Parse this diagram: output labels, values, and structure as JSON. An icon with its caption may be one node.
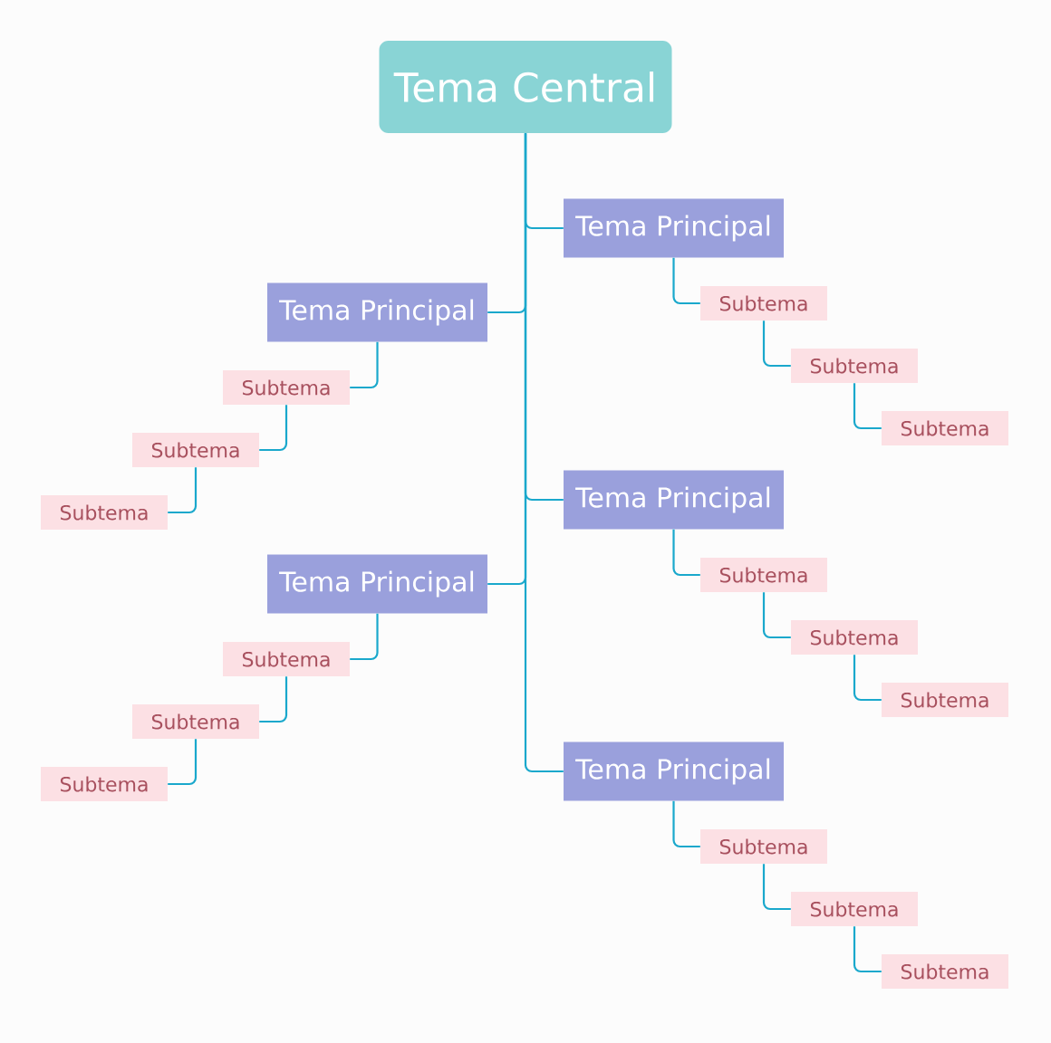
{
  "diagram": {
    "nodes": [
      {
        "text": [
          "Tema Central"
        ]
      },
      {
        "text": [
          "Tema Principal"
        ]
      },
      {
        "text": [
          "Subtema"
        ]
      },
      {
        "text": [
          "Subtema"
        ]
      },
      {
        "text": [
          "Subtema"
        ]
      },
      {
        "text": [
          "Tema Principal"
        ]
      },
      {
        "text": [
          "Subtema"
        ]
      },
      {
        "text": [
          "Subtema"
        ]
      },
      {
        "text": [
          "Subtema"
        ]
      },
      {
        "text": [
          "Tema Principal"
        ]
      },
      {
        "text": [
          "Subtema"
        ]
      },
      {
        "text": [
          "Subtema"
        ]
      },
      {
        "text": [
          "Subtema"
        ]
      },
      {
        "text": [
          "Tema Principal"
        ]
      },
      {
        "text": [
          "Subtema"
        ]
      },
      {
        "text": [
          "Subtema"
        ]
      },
      {
        "text": [
          "Subtema"
        ]
      },
      {
        "text": [
          "Tema Principal"
        ]
      },
      {
        "text": [
          "Subtema"
        ]
      },
      {
        "text": [
          "Subtema"
        ]
      },
      {
        "text": [
          "Subtema"
        ]
      }
    ],
    "edges": [
      {
        "from": 0,
        "to": 1,
        "arrow": "none"
      },
      {
        "from": 0,
        "to": 5,
        "arrow": "none"
      },
      {
        "from": 0,
        "to": 9,
        "arrow": "none"
      },
      {
        "from": 0,
        "to": 13,
        "arrow": "none"
      },
      {
        "from": 0,
        "to": 17,
        "arrow": "none"
      },
      {
        "from": 1,
        "to": 2,
        "arrow": "none"
      },
      {
        "from": 2,
        "to": 3,
        "arrow": "none"
      },
      {
        "from": 3,
        "to": 4,
        "arrow": "none"
      },
      {
        "from": 5,
        "to": 6,
        "arrow": "none"
      },
      {
        "from": 6,
        "to": 7,
        "arrow": "none"
      },
      {
        "from": 7,
        "to": 8,
        "arrow": "none"
      },
      {
        "from": 9,
        "to": 10,
        "arrow": "none"
      },
      {
        "from": 10,
        "to": 11,
        "arrow": "none"
      },
      {
        "from": 11,
        "to": 12,
        "arrow": "none"
      },
      {
        "from": 13,
        "to": 14,
        "arrow": "none"
      },
      {
        "from": 14,
        "to": 15,
        "arrow": "none"
      },
      {
        "from": 15,
        "to": 16,
        "arrow": "none"
      },
      {
        "from": 17,
        "to": 18,
        "arrow": "none"
      },
      {
        "from": 18,
        "to": 19,
        "arrow": "none"
      },
      {
        "from": 19,
        "to": 20,
        "arrow": "none"
      }
    ]
  }
}
